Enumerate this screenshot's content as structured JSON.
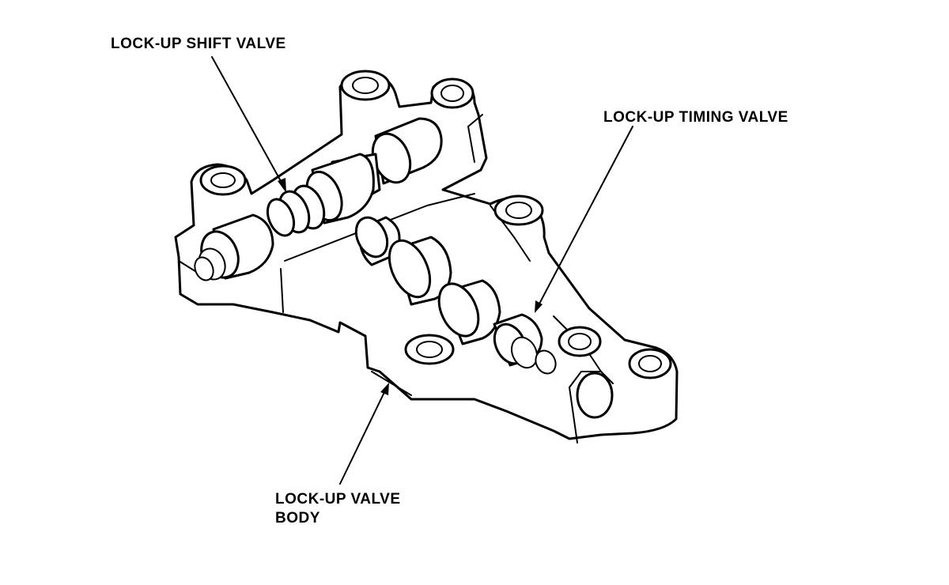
{
  "labels": {
    "shift_valve": "LOCK-UP SHIFT VALVE",
    "timing_valve": "LOCK-UP TIMING VALVE",
    "body_line1": "LOCK-UP VALVE",
    "body_line2": "BODY"
  },
  "colors": {
    "line": "#000000",
    "background": "#ffffff"
  }
}
